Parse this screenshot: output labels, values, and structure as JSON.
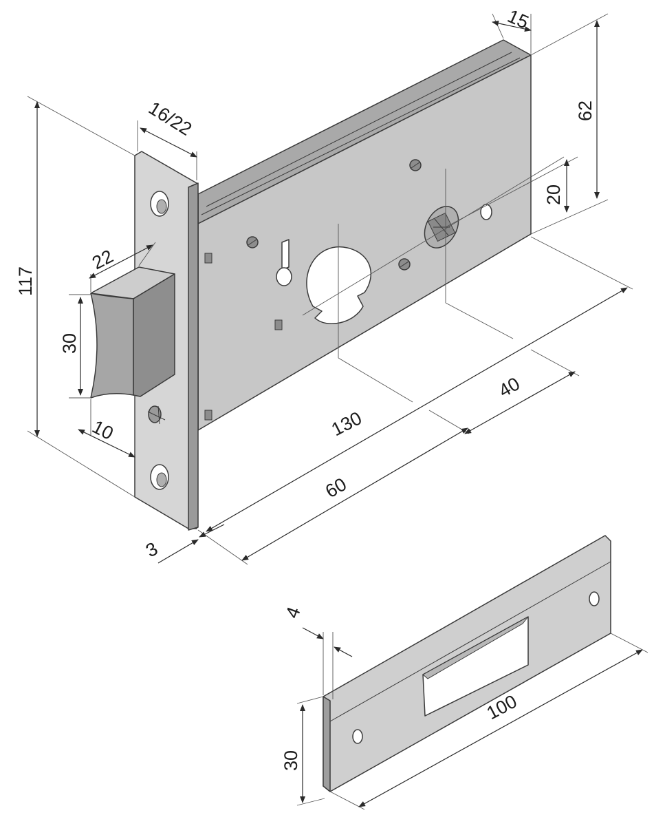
{
  "dimensions": {
    "d15": "15",
    "d62": "62",
    "d20": "20",
    "d16_22": "16/22",
    "d117": "117",
    "d22": "22",
    "d30_lock": "30",
    "d10": "10",
    "d130": "130",
    "d40": "40",
    "d60": "60",
    "d3": "3",
    "d4": "4",
    "d100": "100",
    "d30_strike": "30"
  },
  "colors": {
    "body": "#c7c7c7",
    "body_top": "#a9a9a9",
    "faceplate": "#d6d6d6",
    "faceplate_side": "#9a9a9a",
    "latch": "#a6a6a6",
    "latch_top": "#cdcdcd",
    "strike": "#cfcfcf",
    "strike_edge": "#9e9e9e"
  }
}
